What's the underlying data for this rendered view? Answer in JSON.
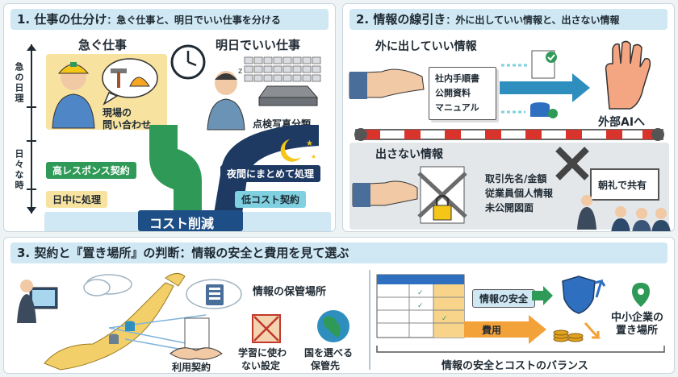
{
  "section1": {
    "title": "1. 仕事の仕分け",
    "subtitle": "：急ぐ仕事と、明日でいい仕事を分ける",
    "urgent_heading": "急ぐ仕事",
    "later_heading": "明日でいい仕事",
    "axis_top": "急の日理",
    "axis_bottom": "日々な時",
    "site_inquiry": [
      "現場の",
      "問い合わせ"
    ],
    "photo_sorting": "点検写真分類",
    "high_response": "高レスポンス契約",
    "daytime": "日中に処理",
    "night_batch": "夜間にまとめて処理",
    "low_cost": "低コスト契約",
    "cost_reduction": "コスト削減"
  },
  "section2": {
    "title": "2. 情報の線引き",
    "subtitle": "：外に出していい情報と、出さない情報",
    "ok_heading": "外に出していい情報",
    "ok_docs": [
      "社内手順書",
      "公開資料",
      "マニュアル"
    ],
    "to_ai": "外部AIへ",
    "ng_heading": "出さない情報",
    "ng_items": [
      "取引先名/金額",
      "従業員個人情報",
      "未公開図面"
    ],
    "morning_share": "朝礼で共有"
  },
  "section3": {
    "title": "3. 契約と『置き場所』の判断：",
    "subtitle": "情報の安全と費用を見て選ぶ",
    "storage": "情報の保管場所",
    "contract": "利用契約",
    "no_training": [
      "学習に使わ",
      "ない設定"
    ],
    "country": [
      "国を選べる",
      "保管先"
    ],
    "safety": "情報の安全",
    "cost": "費用",
    "sme_place": [
      "中小企業の",
      "置き場所"
    ],
    "balance": "情報の安全とコストのバランス"
  },
  "colors": {
    "header": "#cfe8f3",
    "green": "#2f9a57",
    "navy": "#1e3a63",
    "teal": "#7fd0e0",
    "orange": "#f3a23a",
    "yellow": "#f7e2a0"
  }
}
